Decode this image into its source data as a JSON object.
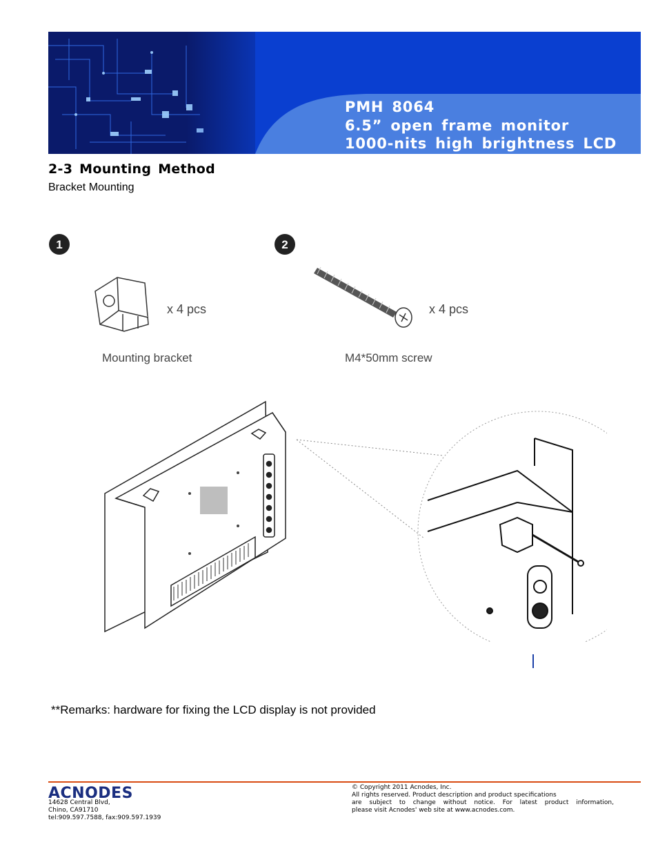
{
  "header": {
    "title_lines": [
      "PMH 8064",
      "6.5” open frame monitor",
      "1000-nits high brightness LCD"
    ],
    "colors": {
      "banner": "#0a3fd0",
      "band": "#4a7fe0"
    }
  },
  "section": {
    "title": "2-3 Mounting Method",
    "subtitle": "Bracket Mounting"
  },
  "figure": {
    "steps": [
      "1",
      "2"
    ],
    "bracket": {
      "qty": "x 4 pcs",
      "label": "Mounting bracket"
    },
    "screw": {
      "qty": "x 4 pcs",
      "label": "M4*50mm screw"
    }
  },
  "remarks": "**Remarks: hardware for fixing the LCD display is not provided",
  "footer": {
    "logo_text": "ACNODES",
    "address": [
      "14628 Central Blvd,",
      "Chino, CA91710",
      "tel:909.597.7588, fax:909.597.1939"
    ],
    "copyright": [
      "© Copyright 2011 Acnodes, Inc.",
      "All rights reserved. Product description and product specifications",
      "are subject to change without notice. For latest product information,",
      "please visit Acnodes' web site at www.acnodes.com."
    ],
    "rule_color": "#d84a10"
  }
}
